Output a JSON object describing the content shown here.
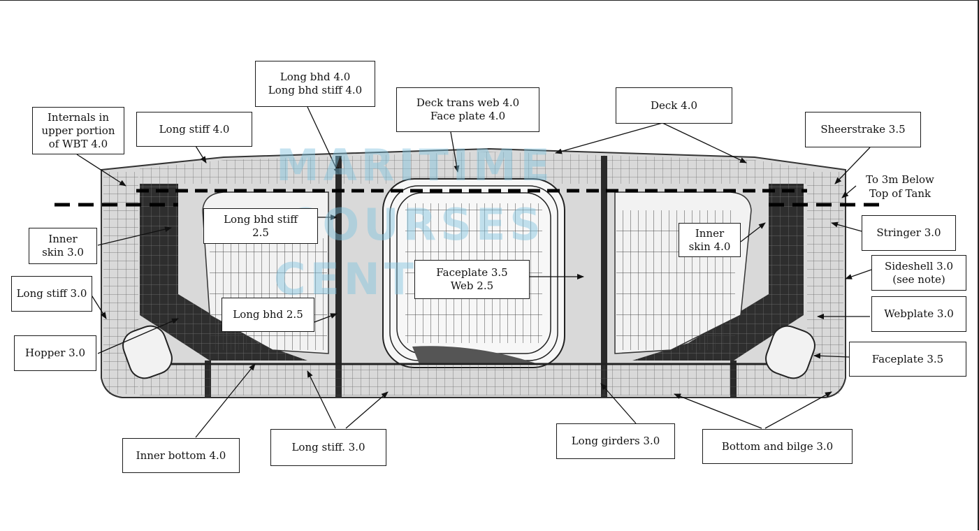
{
  "watermark": {
    "line1": "MARITIME",
    "line2": "COURSES",
    "line3": "CENTER"
  },
  "labels": {
    "internals": "Internals in\nupper portion\nof WBT 4.0",
    "long_stiff_top": "Long stiff 4.0",
    "long_bhd_top": "Long bhd 4.0\nLong bhd stiff 4.0",
    "deck_trans": "Deck trans web 4.0\nFace plate 4.0",
    "deck": "Deck 4.0",
    "sheerstrake": "Sheerstrake 3.5",
    "to_3m": "To 3m Below\nTop of Tank",
    "inner_skin_left": "Inner\nskin 3.0",
    "long_bhd_stiff": "Long bhd stiff\n2.5",
    "inner_skin_right": "Inner\nskin 4.0",
    "stringer": "Stringer 3.0",
    "sideshell": "Sideshell 3.0\n(see note)",
    "long_stiff_left": "Long stiff 3.0",
    "faceplate_center": "Faceplate 3.5\nWeb  2.5",
    "long_bhd": "Long bhd 2.5",
    "webplate": "Webplate 3.0",
    "hopper": "Hopper 3.0",
    "faceplate_right": "Faceplate 3.5",
    "inner_bottom": "Inner bottom 4.0",
    "long_stiff_bottom": "Long stiff. 3.0",
    "long_girders": "Long girders 3.0",
    "bottom_bilge": "Bottom and bilge 3.0"
  }
}
